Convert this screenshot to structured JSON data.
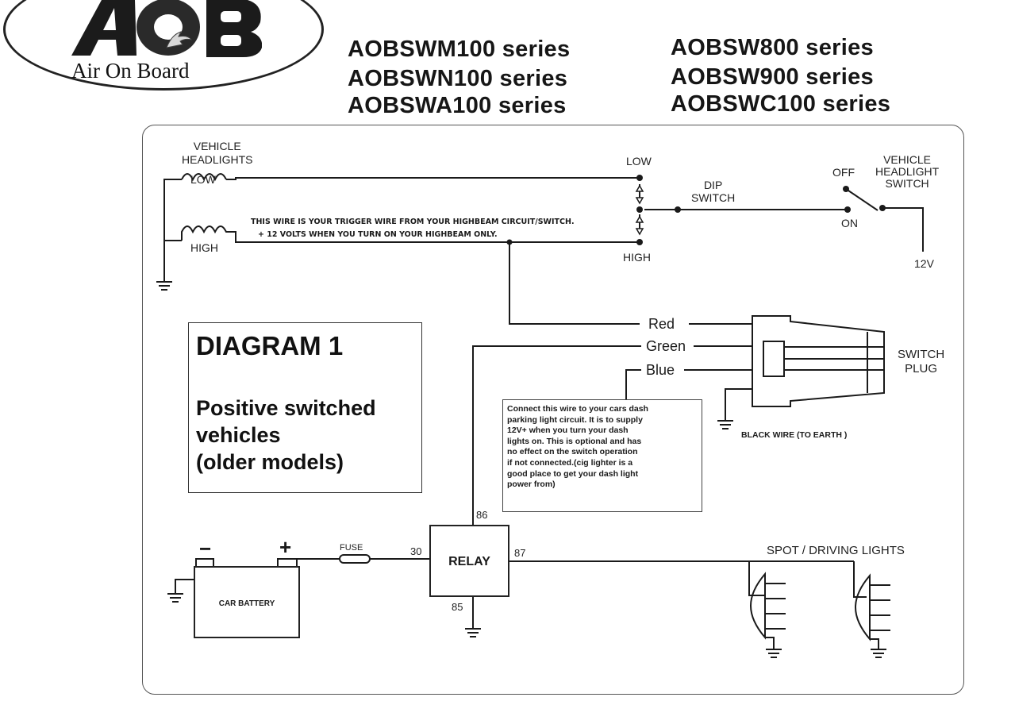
{
  "brand": {
    "name": "Air On Board",
    "monogram": "AOB"
  },
  "series": [
    "AOBSWM100 series",
    "AOBSWN100 series",
    "AOBSWA100 series",
    "AOBSW800 series",
    "AOBSW900 series",
    "AOBSWC100 series"
  ],
  "diagram": {
    "title": "DIAGRAM 1",
    "description": "Positive switched\nvehicles\n(older models)"
  },
  "labels": {
    "vehicle_headlights": "VEHICLE\nHEADLIGHTS",
    "low": "LOW",
    "high": "HIGH",
    "low_right": "LOW",
    "high_right": "HIGH",
    "dip_switch": "DIP\nSWITCH",
    "off": "OFF",
    "on": "ON",
    "vehicle_headlight_switch": "VEHICLE\nHEADLIGHT\nSWITCH",
    "twelve_v": "12V",
    "trigger_note_1": "THIS WIRE IS YOUR TRIGGER WIRE FROM YOUR HIGHBEAM CIRCUIT/SWITCH.",
    "trigger_note_2": "+ 12 VOLTS WHEN YOU TURN ON YOUR HIGHBEAM ONLY.",
    "red": "Red",
    "green": "Green",
    "blue": "Blue",
    "switch_plug": "SWITCH\nPLUG",
    "black_wire": "BLACK WIRE  (TO EARTH )",
    "blue_note": "Connect this wire to your cars dash\nparking light circuit. It is to supply\n12V+ when you turn your dash\nlights on. This is optional and has\nno effect on the switch operation\nif not connected.(cig lighter is a\ngood place to get your dash light\npower from)",
    "relay": "RELAY",
    "pin_86": "86",
    "pin_30": "30",
    "pin_87": "87",
    "pin_85": "85",
    "fuse": "FUSE",
    "car_battery": "CAR BATTERY",
    "minus": "−",
    "plus": "+",
    "spot_lights": "SPOT / DRIVING LIGHTS"
  }
}
